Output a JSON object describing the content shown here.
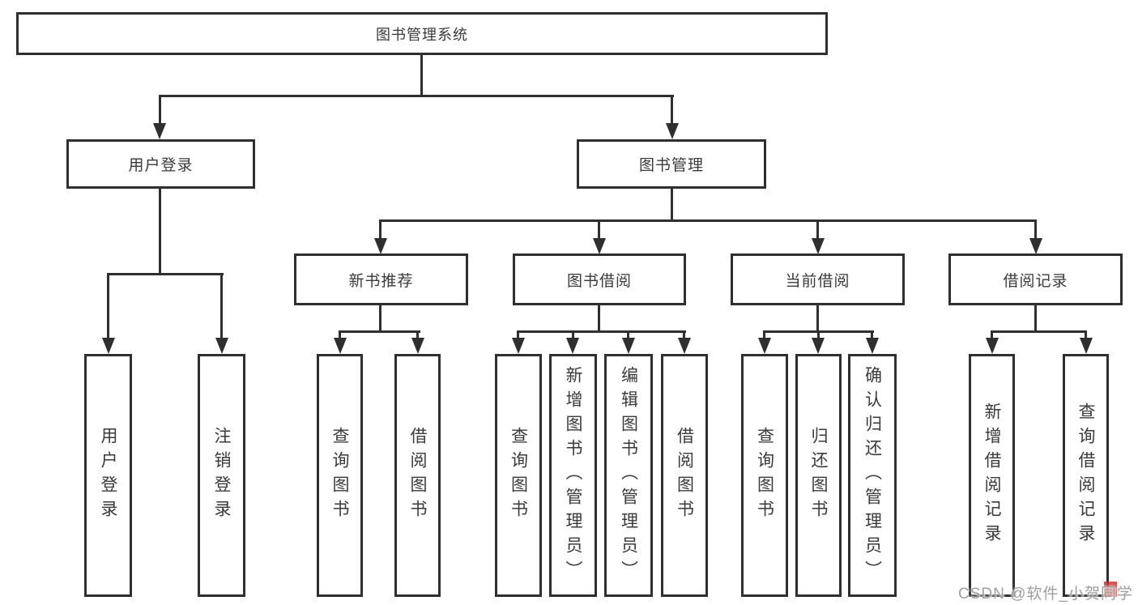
{
  "nodes": {
    "root": "图书管理系统",
    "login": "用户登录",
    "mgmt": "图书管理",
    "newbook": "新书推荐",
    "borrow": "图书借阅",
    "current": "当前借阅",
    "records": "借阅记录",
    "login_1": "用户登录",
    "login_2": "注销登录",
    "newbook_1": "查询图书",
    "newbook_2": "借阅图书",
    "borrow_1": "查询图书",
    "borrow_2": "新增图书（管理员）",
    "borrow_3": "编辑图书（管理员）",
    "borrow_4": "借阅图书",
    "current_1": "查询图书",
    "current_2": "归还图书",
    "current_3": "确认归还（管理员）",
    "records_1": "新增借阅记录",
    "records_2": "查询借阅记录"
  },
  "watermark": {
    "text": "CSDN @软件_小贺同学"
  },
  "colors": {
    "line": "#2f2f2f",
    "text": "#3a3a3a",
    "background": "#ffffff",
    "watermark": "#9e9e9e",
    "watermark_accent": "#c9302c"
  }
}
